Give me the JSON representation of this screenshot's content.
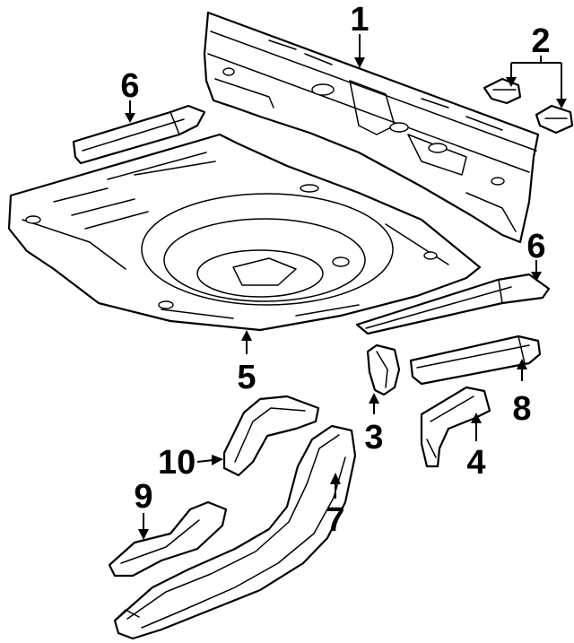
{
  "callouts": {
    "c1": "1",
    "c2": "2",
    "c3": "3",
    "c4": "4",
    "c5": "5",
    "c6a": "6",
    "c6b": "6",
    "c7": "7",
    "c8": "8",
    "c9": "9",
    "c10": "10"
  },
  "colors": {
    "line": "#000000",
    "background": "#ffffff"
  }
}
